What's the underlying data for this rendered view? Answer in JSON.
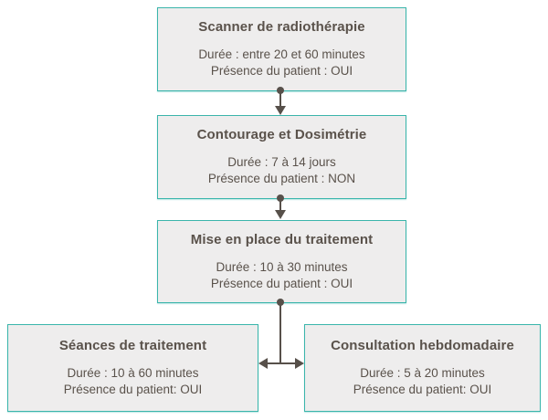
{
  "diagram": {
    "description": "Radiotherapy treatment workflow flowchart",
    "colors": {
      "box_border": "#3ab5ab",
      "box_background": "#eeeded",
      "text": "#5a524b",
      "connector": "#57504a",
      "page_background": "#ffffff"
    },
    "boxes": [
      {
        "id": "scanner",
        "title": "Scanner de radiothérapie",
        "line1": "Durée : entre 20 et 60 minutes",
        "line2": "Présence du patient : OUI"
      },
      {
        "id": "contourage",
        "title": "Contourage et Dosimétrie",
        "line1": "Durée : 7 à 14 jours",
        "line2": "Présence du patient : NON"
      },
      {
        "id": "mise-en-place",
        "title": "Mise en place du traitement",
        "line1": "Durée : 10 à 30 minutes",
        "line2": "Présence du patient : OUI"
      },
      {
        "id": "seances",
        "title": "Séances de traitement",
        "line1": "Durée : 10 à 60 minutes",
        "line2": "Présence du patient: OUI"
      },
      {
        "id": "consultation",
        "title": "Consultation hebdomadaire",
        "line1": "Durée : 5 à 20 minutes",
        "line2": "Présence du patient: OUI"
      }
    ],
    "connectors": [
      {
        "from": "scanner",
        "to": "contourage",
        "type": "dot-line-arrow-down"
      },
      {
        "from": "contourage",
        "to": "mise-en-place",
        "type": "dot-line-arrow-down"
      },
      {
        "from": "mise-en-place",
        "to": "seances + consultation",
        "type": "dot-line-split-left-right"
      }
    ]
  }
}
